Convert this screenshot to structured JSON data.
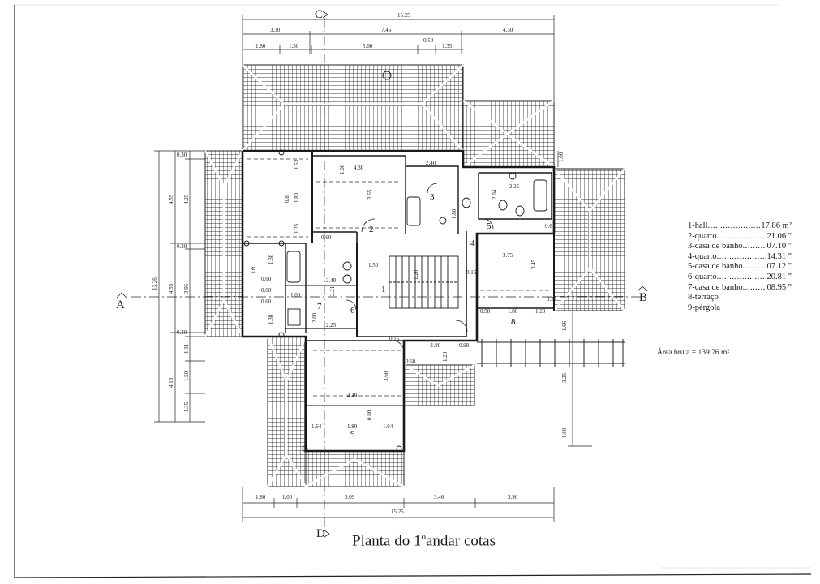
{
  "drawing": {
    "title_main": "Planta do 1",
    "title_sup": "o",
    "title_rest": "andar cotas",
    "gross_area": "Área bruta = 139.76 m²",
    "section_labels": {
      "top": "C",
      "bottom": "D",
      "left": "A",
      "right": "B"
    }
  },
  "rooms": [
    {
      "label": "1-hall",
      "area": "17.86 m²"
    },
    {
      "label": "2-quarto",
      "area": "21.06 \""
    },
    {
      "label": "3-casa de banho",
      "area": "07.10 \""
    },
    {
      "label": "4-quarto",
      "area": "14.31 \""
    },
    {
      "label": "5-casa de banho",
      "area": "07.12 \""
    },
    {
      "label": "6-quarto",
      "area": "20.81 \""
    },
    {
      "label": "7-casa de banho",
      "area": "08.95 \""
    },
    {
      "label": "8-terraço",
      "area": ""
    },
    {
      "label": "9-pérgola",
      "area": ""
    }
  ],
  "room_numbers": [
    "1",
    "2",
    "3",
    "4",
    "5",
    "6",
    "7",
    "8",
    "9"
  ],
  "dims": {
    "top_total": "15.25",
    "top_mid": [
      "3.30",
      "7.45",
      "4.50"
    ],
    "top_inner": [
      "1.80",
      "1.50",
      "5.60",
      "0.50",
      "1.35"
    ],
    "bottom_total": "15.25",
    "bottom_row": [
      "1.80",
      "1.00",
      "5.09",
      "3.46",
      "3.90"
    ],
    "left_total": "13.26",
    "left_mid": [
      "4.55",
      "4.55",
      "4.16"
    ],
    "left_inner": [
      "0.30",
      "4.25",
      "0.30",
      "3.95",
      "0.30",
      "1.31",
      "1.50",
      "1.35"
    ],
    "interior": [
      "4.30",
      "3.65",
      "2.40",
      "1.53",
      "0.8",
      "1.80",
      "1.25",
      "0.60",
      "1.38",
      "0.60",
      "0.60",
      "0.60",
      "1.38",
      "1.00",
      "2.21",
      "2.40",
      "2.00",
      "2.25",
      "1.50",
      "1.20",
      "1.80",
      "3.75",
      "3.45",
      "0.15",
      "2.04",
      "2.25",
      "0.90",
      "1.80",
      "1.20",
      "0.34",
      "0.6",
      "1.00",
      "4.49",
      "3.60",
      "1.64",
      "1.80",
      "1.64",
      "0.80",
      "0.68",
      "0.98",
      "1.80",
      "1.20",
      "1.66",
      "3.25",
      "1.60",
      "1.00",
      "0.15"
    ]
  }
}
